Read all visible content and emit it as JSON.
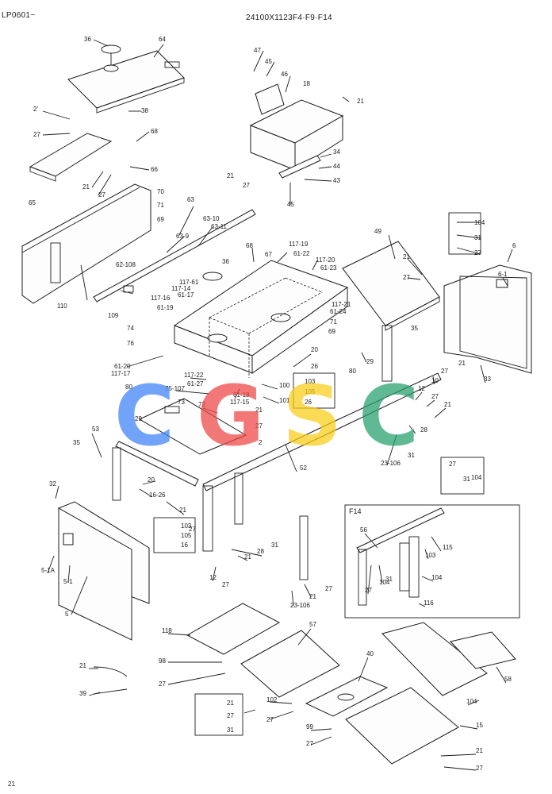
{
  "header": {
    "page_code": "LP0601~",
    "model_code": "24100X1123F4·F9·F14"
  },
  "watermark": {
    "letters": [
      "C",
      "G",
      "S",
      "C"
    ],
    "colors": [
      "#3b82f6",
      "#ef4444",
      "#facc15",
      "#22a06b"
    ]
  },
  "detail_box_label": "F14",
  "callouts": [
    "36",
    "64",
    "38",
    "2'",
    "27",
    "68",
    "66",
    "21",
    "27",
    "65",
    "70",
    "71",
    "69",
    "62-108",
    "110",
    "47",
    "45",
    "46",
    "18",
    "21",
    "34",
    "44",
    "43",
    "45",
    "21",
    "27",
    "63",
    "63-10",
    "63-11",
    "63-9",
    "68",
    "67",
    "36",
    "117-19",
    "61-22",
    "117-20",
    "61-23",
    "117-61",
    "117-14",
    "61-17",
    "117-16",
    "61-19",
    "109",
    "74",
    "76",
    "49",
    "104",
    "31",
    "27",
    "21",
    "27",
    "6",
    "6-1",
    "35",
    "71",
    "69",
    "117-21",
    "61-24",
    "20",
    "26",
    "29",
    "80",
    "10",
    "33",
    "27",
    "21",
    "61-20",
    "117-17",
    "117-22",
    "61-27",
    "75-107",
    "73",
    "72",
    "61-18",
    "117-15",
    "21",
    "27",
    "100",
    "101",
    "103",
    "105",
    "26",
    "80",
    "29",
    "12",
    "27",
    "21",
    "28",
    "31",
    "23-106",
    "2",
    "53",
    "35",
    "20",
    "16-26",
    "21",
    "27",
    "103",
    "105",
    "16",
    "52",
    "32",
    "27",
    "31",
    "104",
    "5-1A",
    "5-1",
    "5",
    "12",
    "27",
    "21",
    "28",
    "31",
    "23-106",
    "21",
    "27",
    "56",
    "115",
    "103",
    "104",
    "31",
    "27",
    "104",
    "116",
    "118",
    "57",
    "98",
    "27",
    "21",
    "39",
    "40",
    "102",
    "27",
    "21",
    "27",
    "31",
    "104",
    "58",
    "15",
    "99",
    "27",
    "21",
    "27",
    "21"
  ]
}
